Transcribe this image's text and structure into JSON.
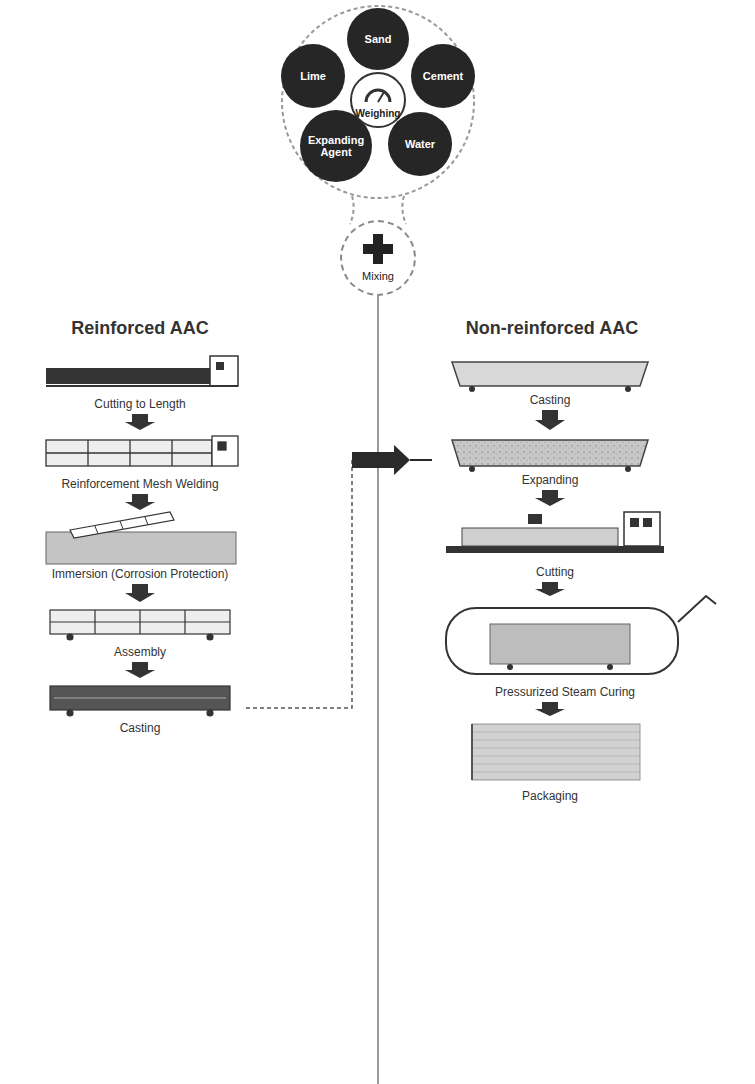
{
  "diagram": {
    "nodes": [
      {
        "text": [
          "Sand"
        ]
      },
      {
        "text": [
          "Lime"
        ]
      },
      {
        "text": [
          "Cement"
        ]
      },
      {
        "text": [
          "Expanding Agent"
        ]
      },
      {
        "text": [
          "Water"
        ]
      },
      {
        "text": [
          "Weighing"
        ]
      },
      {
        "text": [
          "Mixing"
        ]
      },
      {
        "text": [
          "Cutting to Length"
        ]
      },
      {
        "text": [
          "Reinforcement Mesh Welding"
        ]
      },
      {
        "text": [
          "Immersion (Corrosion Protection)"
        ]
      },
      {
        "text": [
          "Assembly"
        ]
      },
      {
        "text": [
          "Casting"
        ]
      },
      {
        "text": [
          "Casting"
        ]
      },
      {
        "text": [
          "Expanding"
        ]
      },
      {
        "text": [
          "Cutting"
        ]
      },
      {
        "text": [
          "Pressurized Steam Curing"
        ]
      },
      {
        "text": [
          "Packaging"
        ]
      }
    ],
    "edges": [
      {
        "from": 7,
        "to": 8,
        "arrow": "to"
      },
      {
        "from": 8,
        "to": 9,
        "arrow": "to"
      },
      {
        "from": 9,
        "to": 10,
        "arrow": "to"
      },
      {
        "from": 10,
        "to": 11,
        "arrow": "to"
      },
      {
        "from": 11,
        "to": 13,
        "arrow": "to"
      },
      {
        "from": 12,
        "to": 13,
        "arrow": "to"
      },
      {
        "from": 13,
        "to": 14,
        "arrow": "to"
      },
      {
        "from": 14,
        "to": 15,
        "arrow": "to"
      },
      {
        "from": 15,
        "to": 16,
        "arrow": "to"
      }
    ],
    "labels": [
      "Reinforced AAC",
      "Non-reinforced AAC"
    ]
  }
}
